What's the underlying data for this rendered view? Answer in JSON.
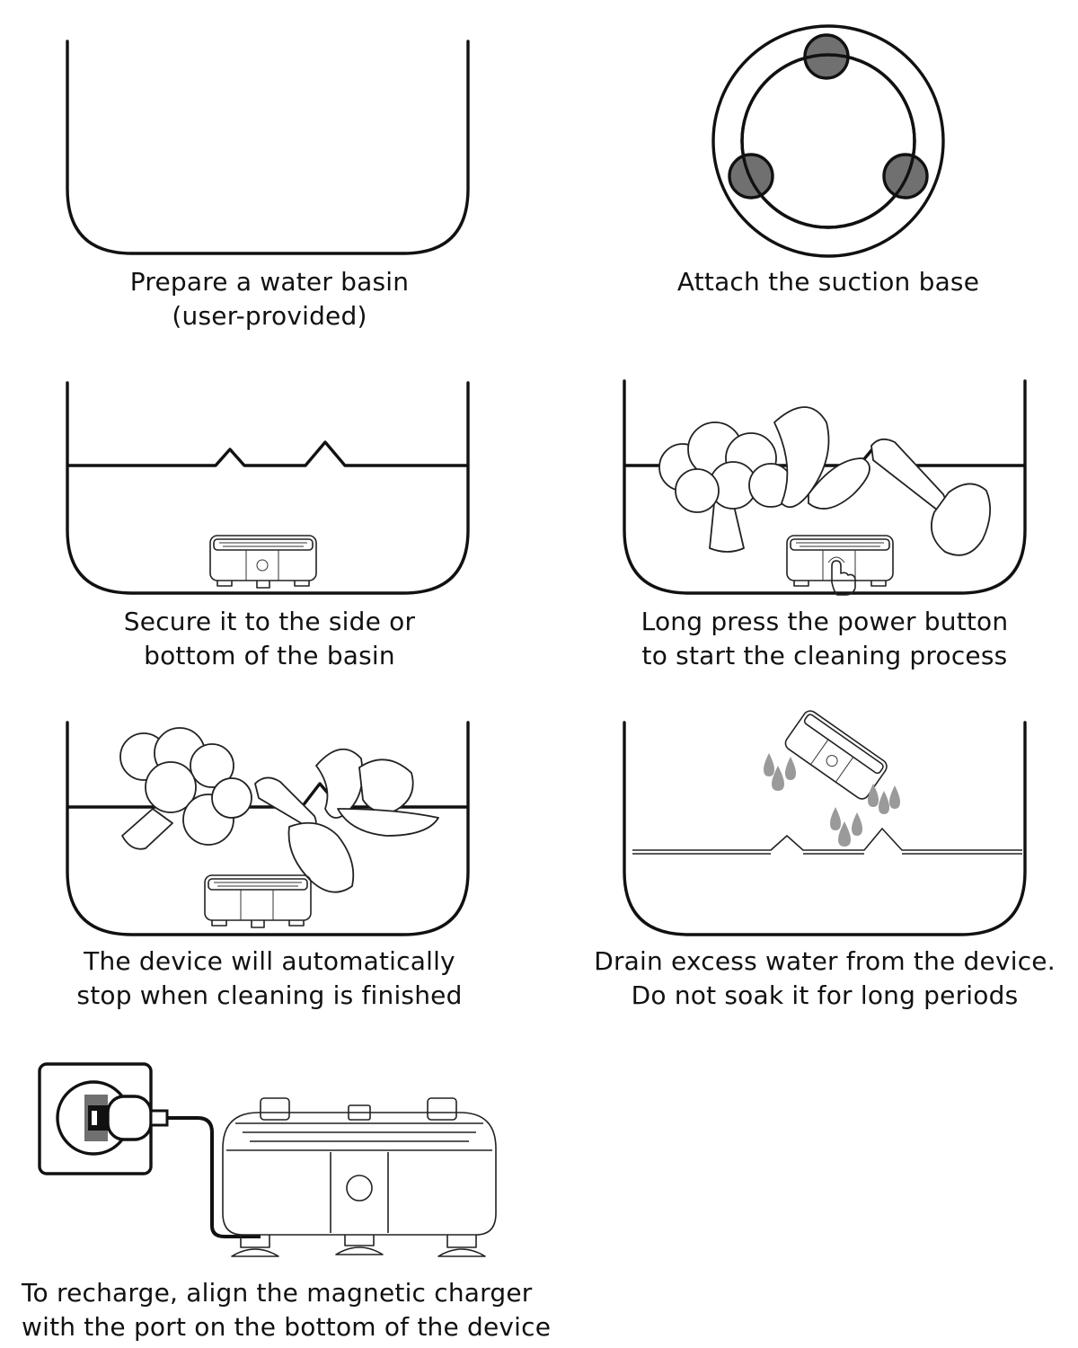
{
  "steps": [
    {
      "id": 1,
      "caption_lines": [
        "Prepare a water basin",
        "(user-provided)"
      ],
      "illustration": "empty-basin"
    },
    {
      "id": 2,
      "caption_lines": [
        "Attach the suction base"
      ],
      "illustration": "suction-base-ring"
    },
    {
      "id": 3,
      "caption_lines": [
        "Secure it to the side or",
        "bottom of the basin"
      ],
      "illustration": "device-in-basin"
    },
    {
      "id": 4,
      "caption_lines": [
        "Long press the power button",
        "to start the cleaning process"
      ],
      "illustration": "device-with-produce"
    },
    {
      "id": 5,
      "caption_lines": [
        "The device will automatically",
        "stop when cleaning is finished"
      ],
      "illustration": "device-finished-cleaning"
    },
    {
      "id": 6,
      "caption_lines": [
        "Drain excess water from the device.",
        "Do not soak it for long periods"
      ],
      "illustration": "device-draining"
    },
    {
      "id": 7,
      "caption_lines": [
        "To recharge, align the magnetic charger",
        "with the port on the bottom of the device"
      ],
      "illustration": "magnetic-charger"
    }
  ],
  "colors": {
    "line": "#111111",
    "suction_cup_fill": "#707070",
    "droplet_fill": "#9a9a9a",
    "background": "#ffffff"
  },
  "icons": [
    "suction-cup-icon",
    "hand-press-icon",
    "water-drop-icon",
    "power-plug-icon",
    "wall-socket-icon"
  ]
}
